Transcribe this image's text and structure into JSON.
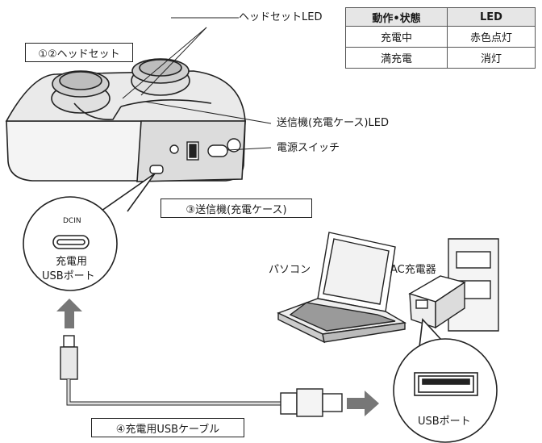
{
  "labels": {
    "headset_led": "ヘッドセットLED",
    "headset": "①②ヘッドセット",
    "transmitter_led": "送信機(充電ケース)LED",
    "power_switch": "電源スイッチ",
    "transmitter": "③送信機(充電ケース)",
    "dcin": "DCIN",
    "charge_port_line1": "充電用",
    "charge_port_line2": "USBポート",
    "pc": "パソコン",
    "ac_charger": "AC充電器",
    "usb_port": "USBポート",
    "usb_cable": "④充電用USBケーブル"
  },
  "table": {
    "headers": [
      "動作•状態",
      "LED"
    ],
    "rows": [
      [
        "充電中",
        "赤色点灯"
      ],
      [
        "満充電",
        "消灯"
      ]
    ]
  }
}
